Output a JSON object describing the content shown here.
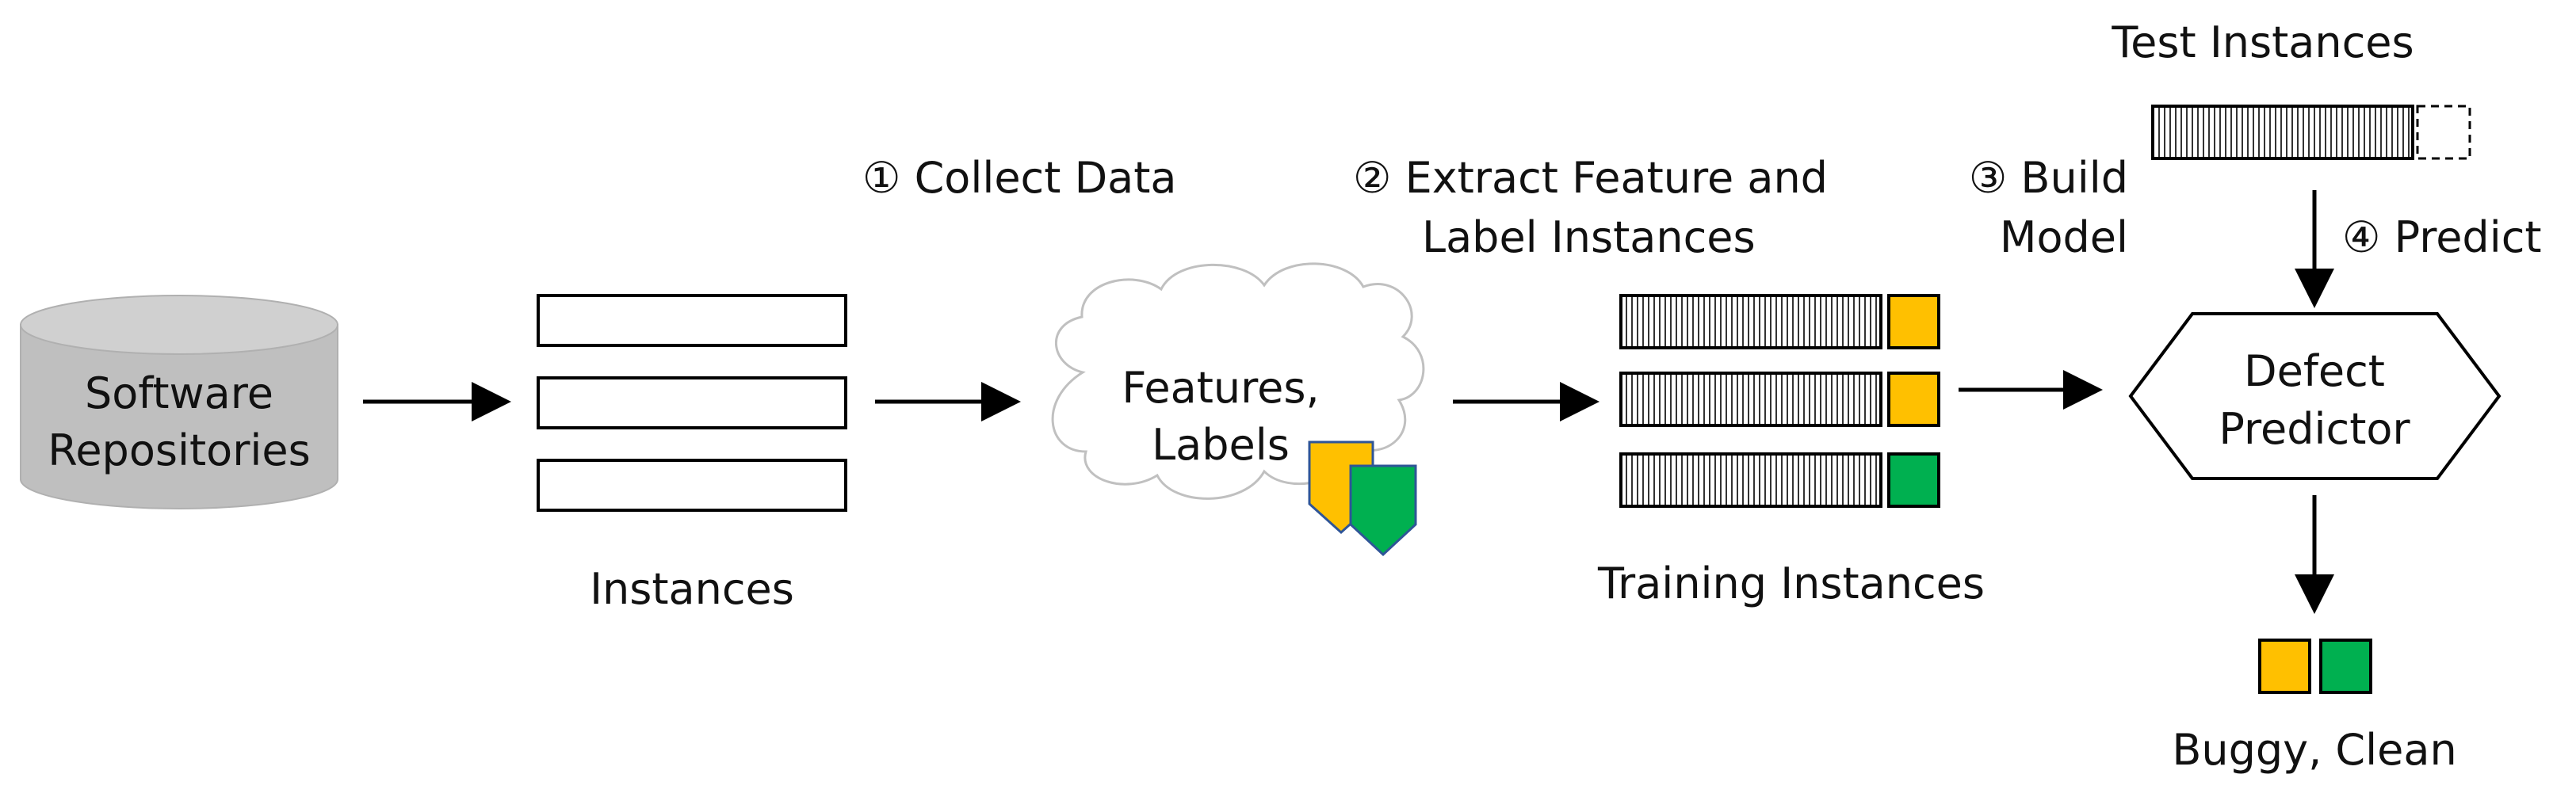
{
  "repository": {
    "line1": "Software",
    "line2": "Repositories"
  },
  "instances": {
    "label": "Instances"
  },
  "steps": {
    "collect": "① Collect Data",
    "extract_line1": "② Extract Feature and",
    "extract_line2": "Label Instances",
    "build_line1": "③ Build",
    "build_line2": "Model",
    "predict": "④ Predict"
  },
  "cloud": {
    "line1": "Features,",
    "line2": "Labels"
  },
  "training": {
    "label": "Training Instances"
  },
  "test": {
    "label": "Test Instances"
  },
  "predictor": {
    "line1": "Defect",
    "line2": "Predictor"
  },
  "output": {
    "label": "Buggy, Clean"
  },
  "colors": {
    "buggy": "#FFC000",
    "clean": "#00B050",
    "cylinder": "#BFBFBF",
    "stroke": "#000000",
    "cloud_stroke": "#BFBFBF"
  }
}
